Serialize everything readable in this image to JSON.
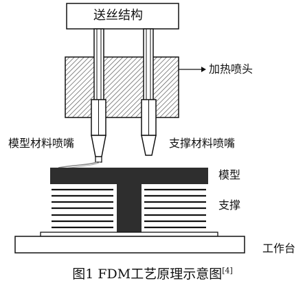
{
  "labels": {
    "feed": "送丝结构",
    "hot_nozzle": "加热喷头",
    "model_nozzle": "模型材料喷嘴",
    "support_nozzle": "支撑材料喷嘴",
    "model": "模型",
    "support": "支撑",
    "platform": "工作台"
  },
  "caption": {
    "text": "图1 FDM工艺原理示意图",
    "ref": "[4]"
  },
  "colors": {
    "dark": "#2e2e2e",
    "line": "#111111",
    "hatch": "#555555"
  }
}
